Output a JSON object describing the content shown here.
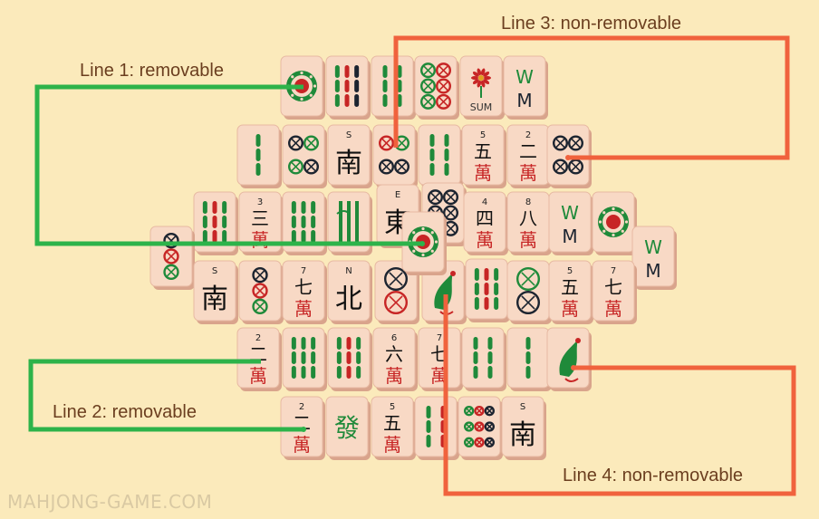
{
  "labels": {
    "line1": "Line 1: removable",
    "line2": "Line 2: removable",
    "line3": "Line 3: non-removable",
    "line4": "Line 4: non-removable"
  },
  "watermark": "MAHJONG-GAME.COM",
  "colors": {
    "background": "#fbeabb",
    "removable_line": "#2db34a",
    "non_removable_line": "#f0623d",
    "tile_face": "#f8d9c5",
    "tile_edge": "#d9a48c",
    "red_glyph": "#c72525",
    "green_glyph": "#1f8a3a",
    "dark_glyph": "#1c2430"
  },
  "tile_faces": {
    "circle": "wheel-tile-icon",
    "bamboo": "bamboo-tile-icon",
    "dots": "dots-tile-icon",
    "dragon_green": "green-dragon-tile-icon",
    "season": "summer-flower-tile-icon",
    "phoenix": "phoenix-tile-icon",
    "white_dragon": "white-dragon-tile-icon"
  },
  "tile_text": {
    "south": "南",
    "south_letter": "S",
    "north": "北",
    "north_letter": "N",
    "east": "東",
    "east_letter": "E",
    "green_dragon": "發",
    "wan": "萬",
    "two": "二",
    "three": "三",
    "four": "四",
    "five": "五",
    "six": "六",
    "seven": "七",
    "eight": "八",
    "n2": "2",
    "n3": "3",
    "n4": "4",
    "n5": "5",
    "n6": "6",
    "n7": "7",
    "n8": "8",
    "season": "SUM",
    "white_dragon": "WM"
  }
}
